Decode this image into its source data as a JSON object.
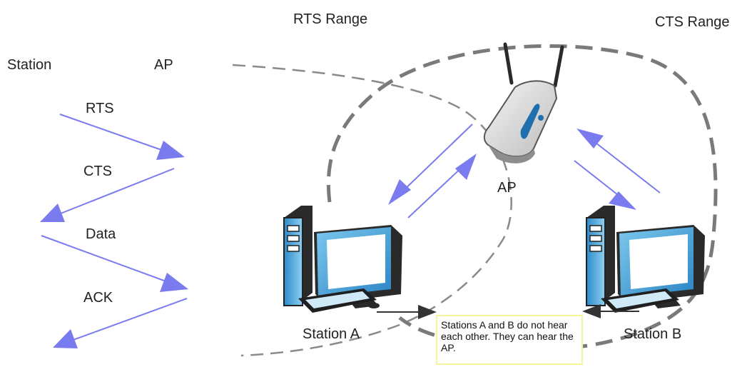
{
  "labels": {
    "rts_range": "RTS Range",
    "cts_range": "CTS Range",
    "station": "Station",
    "ap_header": "AP",
    "rts": "RTS",
    "cts": "CTS",
    "data": "Data",
    "ack": "ACK",
    "ap_device": "AP",
    "station_a": "Station A",
    "station_b": "Station B"
  },
  "note": {
    "text": "Stations A and B do not hear each other. They can hear the AP."
  },
  "colors": {
    "arrow": "#7b7bf0",
    "range_dash": "#777777",
    "note_border": "#f6f59a",
    "monitor_blue": "#4aa6dc"
  },
  "icons": {
    "ap": "wireless-access-point-icon",
    "station_a": "desktop-computer-icon",
    "station_b": "desktop-computer-icon"
  }
}
